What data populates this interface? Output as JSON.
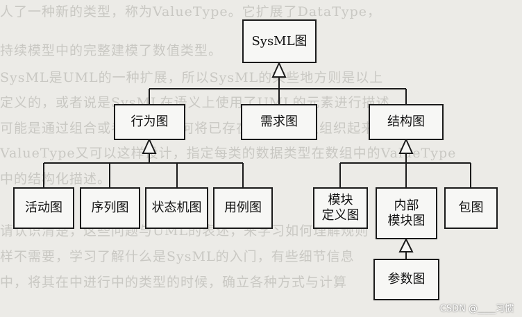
{
  "background_lines": [
    "人了一种新的类型，称为ValueType。它扩展了DataType，",
    "持续模型中的完整建模了数值类型。",
    "SysML是UML的一种扩展，所以SysML的某些地方则是以上",
    "定义的，或者说是SysML在语义上使用了UML的元素进行描述",
    "可能是通过组合或者继承，如何将已存在的数据类型组织起来",
    "ValueType又可以这样设计，指定每类的数据类型在数组中的ValueType",
    "中的结构化描述。",
    "请认识清楚，这些问题与UML的表述，来学习如何理解规则",
    "样不需要，学习了解什么是SysML的入门，有些细节信息",
    "中，将其在中进行中的类型的时候，确立各种方式与计算"
  ],
  "nodes": {
    "root": "SysML图",
    "behavior": "行为图",
    "requirement": "需求图",
    "structure": "结构图",
    "activity": "活动图",
    "sequence": "序列图",
    "state_machine": "状态机图",
    "use_case": "用例图",
    "block_definition": [
      "模块",
      "定义图"
    ],
    "internal_block": [
      "内部",
      "模块图"
    ],
    "package": "包图",
    "parametric": "参数图"
  },
  "watermark": "CSDN @____习惯"
}
